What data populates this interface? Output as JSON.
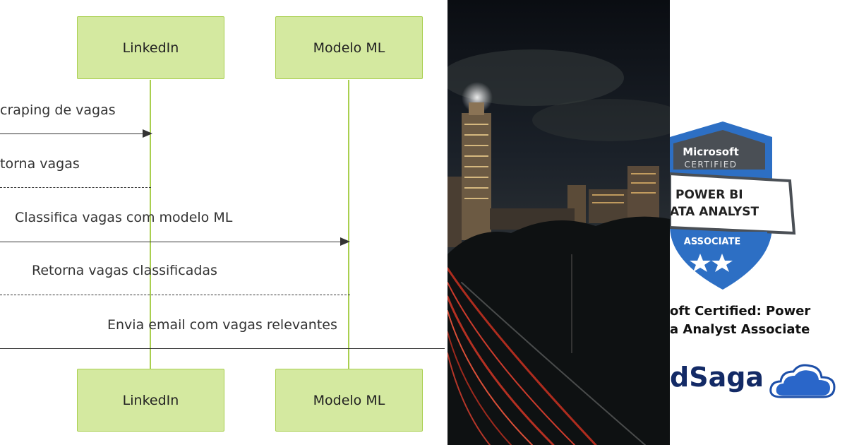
{
  "sequence": {
    "participants": [
      "LinkedIn",
      "Modelo ML"
    ],
    "messages": [
      {
        "text": "craping de vagas",
        "style": "solid"
      },
      {
        "text": "torna vagas",
        "style": "dashed"
      },
      {
        "text": "Classifica vagas com modelo ML",
        "style": "solid"
      },
      {
        "text": "Retorna vagas classificadas",
        "style": "dashed"
      },
      {
        "text": "Envia email com vagas relevantes",
        "style": "solid"
      }
    ]
  },
  "badge": {
    "microsoft": "Microsoft",
    "certified": "CERTIFIED",
    "power_bi": "POWER BI",
    "data_analyst": "ATA ANALYST",
    "associate": "ASSOCIATE",
    "cert_line1": "oft Certified: Power",
    "cert_line2": "a Analyst Associate",
    "brand": "dSaga"
  },
  "colors": {
    "actor_fill": "#d4e9a0",
    "actor_border": "#a9cf4f",
    "badge_blue": "#2d6fc4",
    "badge_gray": "#4a4f55",
    "brand_navy": "#132a66"
  }
}
